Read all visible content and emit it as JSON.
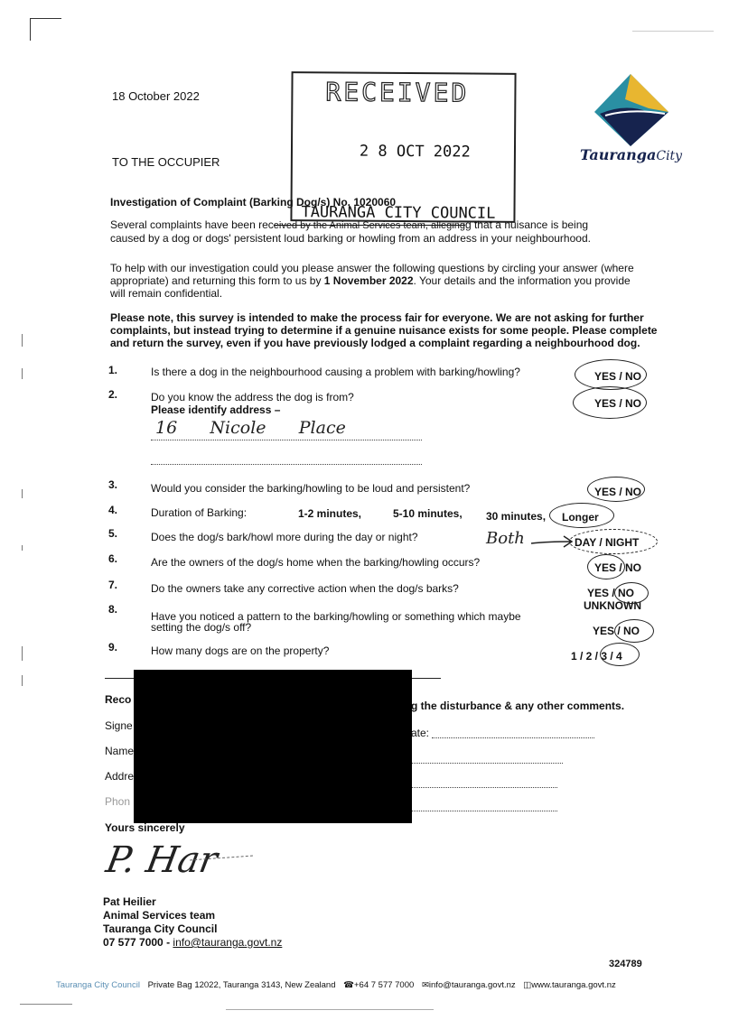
{
  "date": "18 October 2022",
  "recipient": "TO THE OCCUPIER",
  "stamp": {
    "received": "RECEIVED",
    "date": "2 8 OCT 2022",
    "org": "TAURANGA CITY COUNCIL"
  },
  "logo": {
    "text_main": "Tauranga",
    "text_city": "City",
    "colors": {
      "teal": "#2a8fa3",
      "gold": "#e8b630",
      "navy": "#16234e"
    }
  },
  "subject": "Investigation of Complaint (Barking Dog/s) No. 1020060",
  "paragraphs": {
    "p1_line1_a": "Several complaints have been rec",
    "p1_line1_b": "g that a nuisance is being",
    "p1_struck": "eived by the Animal Services team, alleging",
    "p1_line2": "caused by a dog or dogs' persistent loud barking or howling from an address in your neighbourhood.",
    "p2_line1": "To help with our investigation could you please answer the following questions by circling your answer (where",
    "p2_line2_a": "appropriate) and returning this form to us by ",
    "p2_line2_b": "1 November 2022",
    "p2_line2_c": ". Your details and the information you provide",
    "p2_line3": "will remain confidential.",
    "p3_line1": "Please note, this survey is intended to make the process fair for everyone. We are not asking for further",
    "p3_line2": "complaints, but instead trying to determine if a genuine nuisance exists for some people. Please complete",
    "p3_line3": "and return the survey, even if you have previously lodged a complaint regarding a neighbourhood dog."
  },
  "questions": [
    {
      "num": "1.",
      "text": "Is there a dog in the neighbourhood causing a problem with barking/howling?",
      "answer": "YES / NO"
    },
    {
      "num": "2.",
      "text": "Do you know the address the dog is from?",
      "answer": "YES / NO",
      "sub": "Please identify address –",
      "handwritten": "16      Nicole      Place"
    },
    {
      "num": "3.",
      "text": "Would you consider the barking/howling to be loud and persistent?",
      "answer": "YES / NO"
    },
    {
      "num": "4.",
      "text": "Duration of Barking:",
      "options": [
        "1-2 minutes,",
        "5-10 minutes,",
        "30 minutes,",
        "Longer"
      ]
    },
    {
      "num": "5.",
      "text": "Does the dog/s bark/howl more during the day or night?",
      "answer": "DAY / NIGHT",
      "handwritten": "Both"
    },
    {
      "num": "6.",
      "text": "Are the owners of the dog/s home when the barking/howling occurs?",
      "answer": "YES / NO"
    },
    {
      "num": "7.",
      "text": "Do the owners take any corrective action when the dog/s barks?",
      "answer": "YES / NO",
      "answer2": "UNKNOWN"
    },
    {
      "num": "8.",
      "text_line1": "Have you noticed a pattern to the barking/howling or something which maybe",
      "text_line2": "setting the dog/s off?",
      "answer": "YES / NO"
    },
    {
      "num": "9.",
      "text": "How many dogs are on the property?",
      "answer": "1 / 2 / 3 / 4"
    }
  ],
  "record": {
    "heading_partial": "Reco",
    "heading_right": "g the disturbance & any other comments.",
    "signed": "Signe",
    "date_label": "ate: ",
    "name": "Name",
    "address": "Addre",
    "phone": "Phon"
  },
  "closing": "Yours sincerely",
  "signature": "P. Har",
  "sender": {
    "name": "Pat Heilier",
    "team": "Animal Services team",
    "org": "Tauranga City Council",
    "phone": "07 577 7000 - ",
    "email": "info@tauranga.govt.nz"
  },
  "ref_number": "324789",
  "footer": {
    "org": "Tauranga City Council",
    "address": "Private Bag 12022, Tauranga 3143, New Zealand",
    "phone": "+64 7 577 7000",
    "email": "info@tauranga.govt.nz",
    "web": "www.tauranga.govt.nz"
  }
}
